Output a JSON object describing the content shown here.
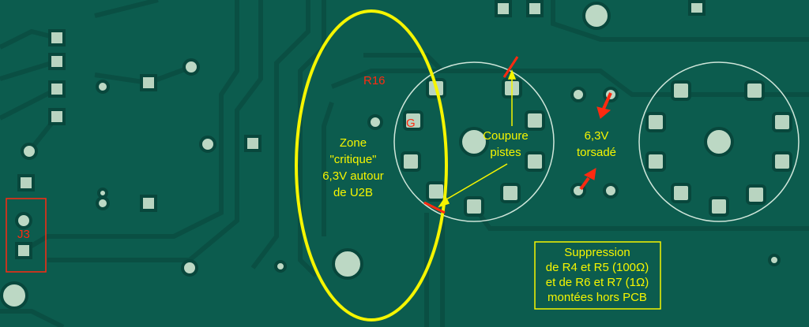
{
  "labels": {
    "r16": "R16",
    "g": "G",
    "j3": "J3",
    "zone": [
      "Zone",
      "\"critique\"",
      "6,3V autour",
      "de U2B"
    ],
    "coupure": [
      "Coupure",
      "pistes"
    ],
    "torsade": [
      "6,3V",
      "torsadé"
    ],
    "suppression": [
      "Suppression",
      "de R4 et R5 (100Ω)",
      "et de R6 et R7 (1Ω)",
      "montées hors PCB"
    ]
  },
  "colors": {
    "board": "#0b5a4c",
    "annotation": "#f5f500",
    "marker": "#ff2a10",
    "outline": "#cfe6da"
  }
}
